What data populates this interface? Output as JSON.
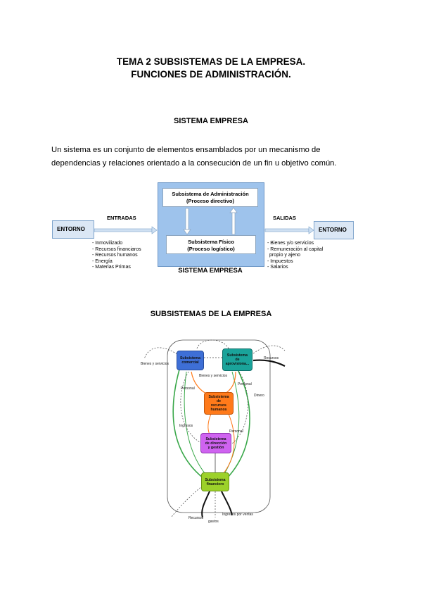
{
  "doc": {
    "title_line1": "TEMA 2 SUBSISTEMAS DE LA EMPRESA.",
    "title_line2": "FUNCIONES DE ADMINISTRACIÓN.",
    "section1": "SISTEMA EMPRESA",
    "paragraph_line1": "Un sistema es un conjunto de elementos ensamblados por un mecanismo de",
    "paragraph_line2": "dependencias y relaciones orientado a la consecución de un fin u objetivo común.",
    "section2": "SUBSISTEMAS DE LA EMPRESA"
  },
  "diagram1": {
    "admin_line1": "Subsistema de Administración",
    "admin_line2": "(Proceso directivo)",
    "fisico_line1": "Subsistema Físico",
    "fisico_line2": "(Proceso logístico)",
    "entorno_left": "ENTORNO",
    "entorno_right": "ENTORNO",
    "entradas": "ENTRADAS",
    "salidas": "SALIDAS",
    "system_label": "SISTEMA EMPRESA",
    "inputs": [
      "- Inmovilizado",
      "- Recursos financiaros",
      "- Recursos humanos",
      "- Energía",
      "- Materias Primas"
    ],
    "outputs": [
      "- Bienes y/o servicios",
      "- Remuneración al capital",
      "propio y ajeno",
      "- Impuestos",
      "- Salarios"
    ]
  },
  "diagram2": {
    "comercial": [
      "Subsistema",
      "comercial"
    ],
    "aprovisionamiento": [
      "Subsistema",
      "de",
      "aprovisiona..."
    ],
    "rrhh": [
      "Subsistema",
      "de",
      "recursos humanos"
    ],
    "direccion": [
      "Subsistema",
      "de dirección",
      "y gestión"
    ],
    "financiero": [
      "Subsistema",
      "financiero"
    ],
    "labels": {
      "bienes_servicios_left": "Bienes y servicios",
      "bienes_servicios_mid": "Bienes y servicios",
      "recursos_right": "Recursos",
      "personal_left": "Personal",
      "personal_right": "Personal",
      "personal_mid": "Personal",
      "dinero": "Dinero",
      "ingresos_left": "Ingresos",
      "recursos_bottom": "Recursos",
      "gastos": "gastos",
      "ingresos_ventas": "Ingresos por ventas"
    },
    "colors": {
      "comercial": "#3e6fd6",
      "aprovisionamiento": "#1aa39a",
      "rrhh": "#ff7a1a",
      "direccion": "#cf63f0",
      "financiero": "#9cd12a"
    }
  }
}
